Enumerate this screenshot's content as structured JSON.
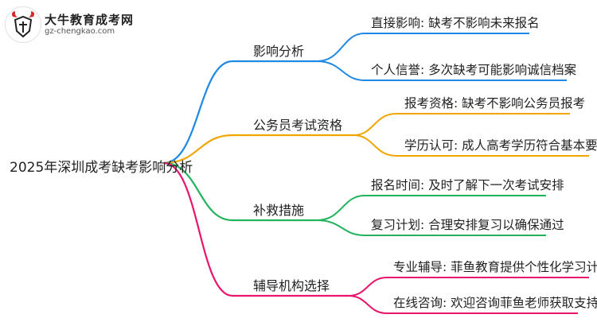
{
  "logo": {
    "title": "大牛教育成考网",
    "url": "gz-chengkao.com"
  },
  "mindmap": {
    "root": "2025年深圳成考缺考影响分析",
    "colors": {
      "blue": "#1e88e5",
      "orange": "#f0a500",
      "green": "#21b35c",
      "pink": "#e8156b"
    },
    "branches": [
      {
        "label": "影响分析",
        "color": "blue",
        "leaves": [
          "直接影响: 缺考不影响未来报名",
          "个人信誉: 多次缺考可能影响诚信档案"
        ]
      },
      {
        "label": "公务员考试资格",
        "color": "orange",
        "leaves": [
          "报考资格: 缺考不影响公务员报考",
          "学历认可: 成人高考学历符合基本要求"
        ]
      },
      {
        "label": "补救措施",
        "color": "green",
        "leaves": [
          "报名时间: 及时了解下一次考试安排",
          "复习计划: 合理安排复习以确保通过"
        ]
      },
      {
        "label": "辅导机构选择",
        "color": "pink",
        "leaves": [
          "专业辅导: 菲鱼教育提供个性化学习计划",
          "在线咨询: 欢迎咨询菲鱼老师获取支持"
        ]
      }
    ]
  }
}
